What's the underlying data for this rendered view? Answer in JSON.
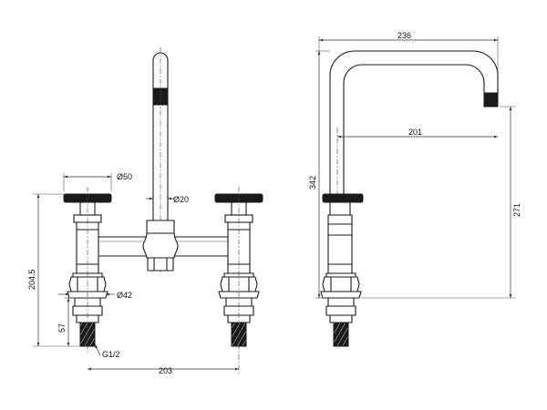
{
  "diagram": {
    "front_view": {
      "labels": {
        "handle_diameter": "Ø50",
        "spout_diameter": "Ø20",
        "nut_diameter": "Ø42",
        "total_height": "204.5",
        "shank_length": "57",
        "thread": "G1/2",
        "centres": "203"
      }
    },
    "side_view": {
      "labels": {
        "spout_height": "342",
        "spout_reach": "201",
        "outlet_height": "271",
        "overall_width": "236"
      }
    },
    "colors": {
      "line": "#1a1a1a",
      "background": "#ffffff"
    }
  }
}
